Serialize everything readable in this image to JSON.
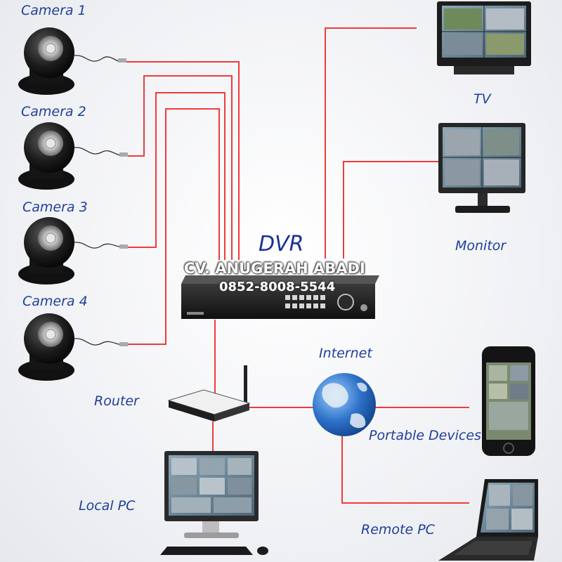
{
  "labels": {
    "camera1": "Camera 1",
    "camera2": "Camera 2",
    "camera3": "Camera 3",
    "camera4": "Camera 4",
    "dvr": "DVR",
    "tv": "TV",
    "monitor": "Monitor",
    "internet": "Internet",
    "router": "Router",
    "portable": "Portable Devices",
    "local_pc": "Local PC",
    "remote_pc": "Remote PC"
  },
  "watermark": {
    "company": "CV. ANUGERAH ABADI",
    "phone": "0852-8008-5544"
  },
  "colors": {
    "line": "#ee3b3b",
    "label": "#1f3f9a",
    "device": "#1b1b1b"
  }
}
